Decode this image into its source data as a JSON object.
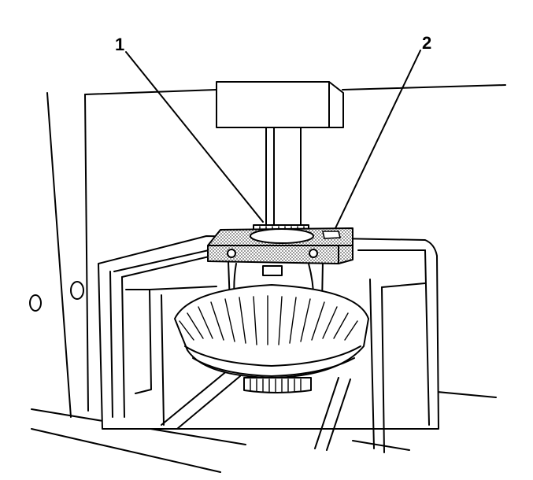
{
  "callouts": [
    {
      "id": "1",
      "label": "1"
    },
    {
      "id": "2",
      "label": "2"
    }
  ],
  "colors": {
    "stroke": "#000000",
    "background": "#ffffff",
    "stipple": "#9a9a9a"
  }
}
